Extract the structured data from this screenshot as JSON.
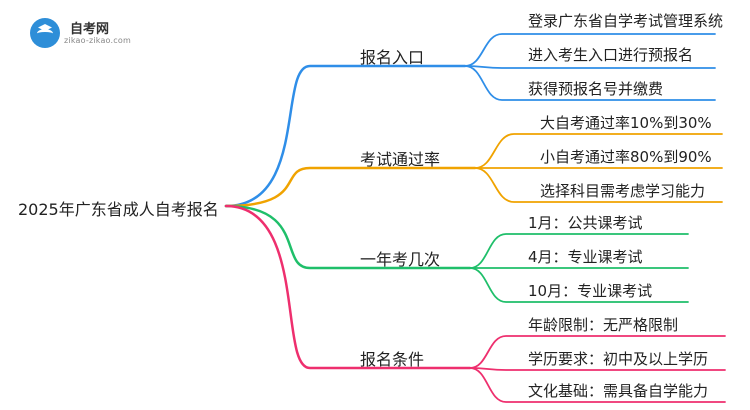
{
  "logo": {
    "title": "自考网",
    "url": "zikao-zikao.com",
    "brand_color": "#2e8ed8"
  },
  "mindmap": {
    "root": "2025年广东省成人自考报名",
    "branches": [
      {
        "label": "报名入口",
        "color": "#2f8ee8",
        "leaves": [
          "登录广东省自学考试管理系统",
          "进入考生入口进行预报名",
          "获得预报名号并缴费"
        ]
      },
      {
        "label": "考试通过率",
        "color": "#f0a300",
        "leaves": [
          "大自考通过率10%到30%",
          "小自考通过率80%到90%",
          "选择科目需考虑学习能力"
        ]
      },
      {
        "label": "一年考几次",
        "color": "#1fbf6a",
        "leaves": [
          "1月：公共课考试",
          "4月：专业课考试",
          "10月：专业课考试"
        ]
      },
      {
        "label": "报名条件",
        "color": "#ee2f6e",
        "leaves": [
          "年龄限制：无严格限制",
          "学历要求：初中及以上学历",
          "文化基础：需具备自学能力"
        ]
      }
    ]
  }
}
